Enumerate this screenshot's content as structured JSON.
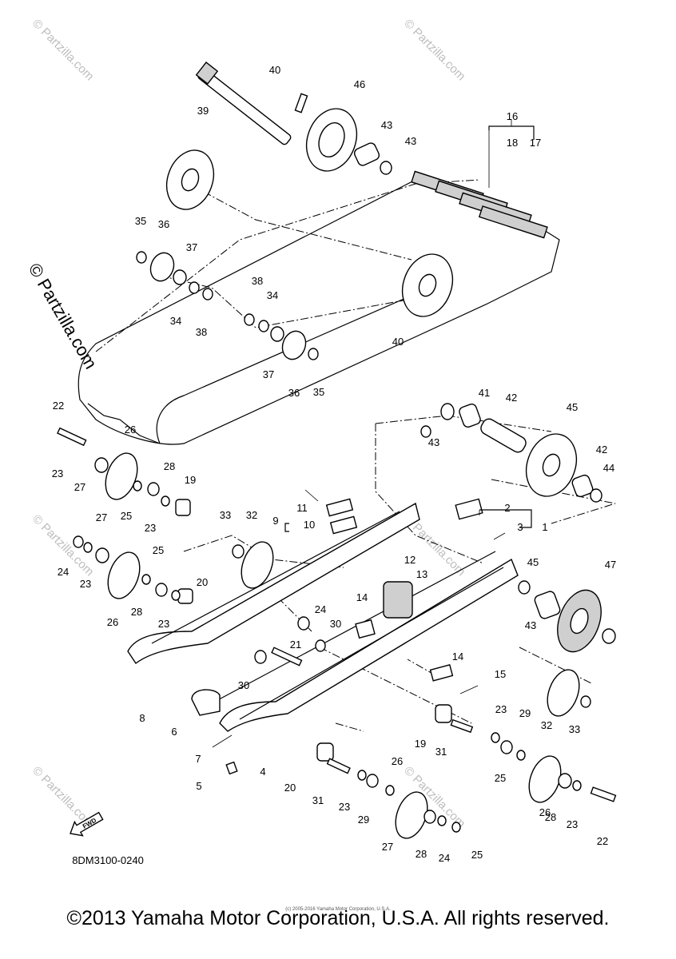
{
  "diagram": {
    "code": "8DM3100-0240",
    "fwd_label": "FWD",
    "callouts": [
      "1",
      "2",
      "3",
      "4",
      "5",
      "6",
      "7",
      "8",
      "9",
      "10",
      "11",
      "12",
      "13",
      "14",
      "14",
      "15",
      "16",
      "17",
      "18",
      "19",
      "19",
      "20",
      "20",
      "21",
      "22",
      "22",
      "23",
      "23",
      "23",
      "23",
      "23",
      "23",
      "23",
      "24",
      "24",
      "24",
      "25",
      "25",
      "25",
      "25",
      "26",
      "26",
      "26",
      "26",
      "27",
      "27",
      "27",
      "28",
      "28",
      "28",
      "28",
      "29",
      "29",
      "30",
      "30",
      "31",
      "31",
      "32",
      "32",
      "33",
      "33",
      "34",
      "34",
      "35",
      "35",
      "36",
      "36",
      "37",
      "37",
      "38",
      "38",
      "39",
      "40",
      "40",
      "41",
      "42",
      "42",
      "43",
      "43",
      "43",
      "43",
      "44",
      "45",
      "45",
      "46",
      "47"
    ]
  },
  "watermark": "© Partzilla.com",
  "small_notice": "(c) 2005-2016 Yamaha Motor Corporation, U.S.A.",
  "copyright": "©2013 Yamaha Motor Corporation, U.S.A. All rights reserved."
}
